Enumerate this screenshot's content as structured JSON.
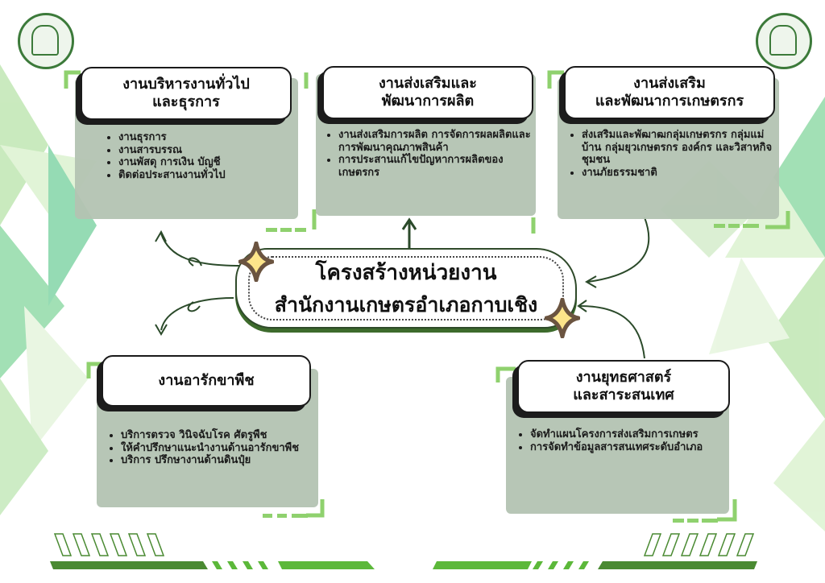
{
  "center": {
    "line1": "โครงสร้างหน่วยงาน",
    "line2": "สำนักงานเกษตรอำเภอกาบเชิง"
  },
  "units": [
    {
      "title": [
        "งานบริหารงานทั่วไป",
        "และธุรการ"
      ],
      "items": [
        "งานธุรการ",
        "งานสารบรรณ",
        "งานพัสดุ การเงิน บัญชี",
        "ติดต่อประสานงานทั่วไป"
      ]
    },
    {
      "title": [
        "งานส่งเสริมและ",
        "พัฒนาการผลิต"
      ],
      "items": [
        "งานส่งเสริมการผลิต การจัดการผลผลิตและการพัฒนาคุณภาพสินค้า",
        "การประสานแก้ไขปัญหาการผลิตของเกษตรกร"
      ]
    },
    {
      "title": [
        "งานส่งเสริม",
        "และพัฒนาการเกษตรกร"
      ],
      "items": [
        "ส่งเสริมและพัฒาฒกลุ่มเกษตรกร กลุ่มแม่บ้าน กลุ่มยุวเกษตรกร องค์กร และวิสาหกิจชุมชน",
        "งานภัยธรรมชาติ"
      ]
    },
    {
      "title": [
        "งานอารักขาพืช"
      ],
      "items": [
        "บริการตรวจ วินิจฉับโรค ศัตรูพืช",
        "ให้คำปรึกษาแนะนำงานด้านอารักขาพืช",
        "บริการ ปรึกษางานด้านดินปุ๋ย"
      ]
    },
    {
      "title": [
        "งานยุทธศาสตร์",
        "และสาระสนเทศ"
      ],
      "items": [
        "จัดทำแผนโครงการส่งเสริมการเกษตร",
        "การจัดทำข้อมูลสารสนเทศระดับอำเภอ"
      ]
    }
  ],
  "colors": {
    "panel": "#b3c3b2",
    "accent_green": "#5cb83a",
    "dark_green": "#4a8a32",
    "sparkle_fill": "#fde58a",
    "sparkle_border": "#6b5440"
  }
}
